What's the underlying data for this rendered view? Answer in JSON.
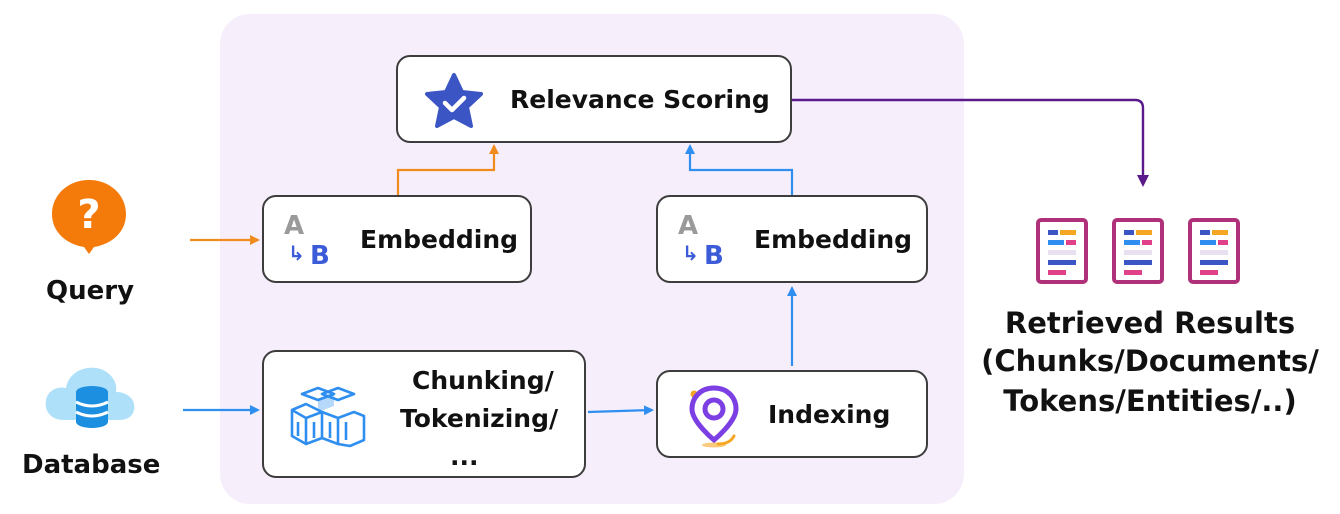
{
  "nodes": {
    "relevance_scoring": "Relevance Scoring",
    "embedding_query": "Embedding",
    "embedding_db": "Embedding",
    "chunking": [
      "Chunking/",
      "Tokenizing/",
      "..."
    ],
    "indexing": "Indexing",
    "query": "Query",
    "database": "Database",
    "results": [
      "Retrieved Results",
      "(Chunks/Documents/",
      "Tokens/Entities/..)"
    ]
  },
  "icons": {
    "relevance": "star-check-icon",
    "embedding": "a-to-b-icon",
    "chunking": "cubes-icon",
    "indexing": "location-pin-icon",
    "query": "question-bubble-icon",
    "database": "cloud-database-icon",
    "results": "document-icon"
  },
  "ab_icon": {
    "a": "A",
    "b": "B"
  },
  "colors": {
    "query_path": "#f08c1e",
    "database_path": "#2f8ff0",
    "output_path": "#5a1a8c",
    "panel": "#f7eefb",
    "accent_blue": "#3c5bd8"
  }
}
